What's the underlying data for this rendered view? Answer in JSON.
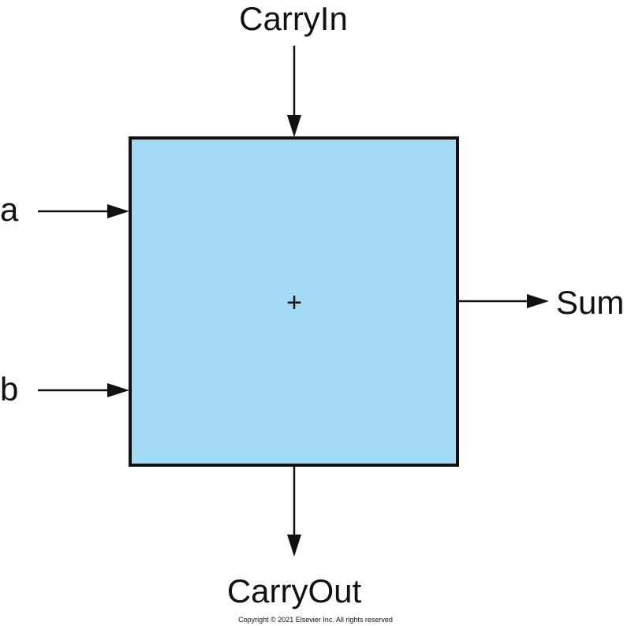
{
  "diagram": {
    "labels": {
      "carry_in": "CarryIn",
      "a": "a",
      "b": "b",
      "sum": "Sum",
      "carry_out": "CarryOut"
    },
    "block": {
      "operator": "+",
      "fill_color": "#a3daf5",
      "border_color": "#111111"
    },
    "copyright": "Copyright © 2021 Elsevier Inc. All rights reserved"
  }
}
